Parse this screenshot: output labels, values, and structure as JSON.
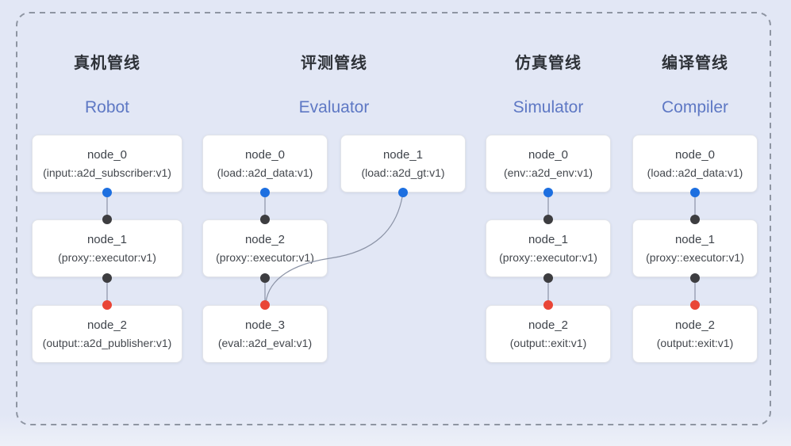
{
  "diagram": {
    "kind": "pipeline-flow-diagram",
    "boundary_style": "dashed-rounded-rectangle"
  },
  "colors": {
    "background": "#e2e7f5",
    "border_dash": "#8e95a2",
    "node_bg": "#ffffff",
    "node_border": "#e2e4e9",
    "node_text": "#43474d",
    "title_zh": "#2e3238",
    "title_en": "#5e78c4",
    "edge": "#8b93a6",
    "dot_blue": "#1d6fe0",
    "dot_dark": "#3d3d40",
    "dot_red": "#e94536"
  },
  "pipelines": [
    {
      "title_zh": "真机管线",
      "title_en": "Robot",
      "nodes": [
        {
          "label": "node_0",
          "type": "(input::a2d_subscriber:v1)"
        },
        {
          "label": "node_1",
          "type": "(proxy::executor:v1)"
        },
        {
          "label": "node_2",
          "type": "(output::a2d_publisher:v1)"
        }
      ]
    },
    {
      "title_zh": "评测管线",
      "title_en": "Evaluator",
      "nodes": [
        {
          "label": "node_0",
          "type": "(load::a2d_data:v1)"
        },
        {
          "label": "node_1",
          "type": "(load::a2d_gt:v1)"
        },
        {
          "label": "node_2",
          "type": "(proxy::executor:v1)"
        },
        {
          "label": "node_3",
          "type": "(eval::a2d_eval:v1)"
        }
      ]
    },
    {
      "title_zh": "仿真管线",
      "title_en": "Simulator",
      "nodes": [
        {
          "label": "node_0",
          "type": "(env::a2d_env:v1)"
        },
        {
          "label": "node_1",
          "type": "(proxy::executor:v1)"
        },
        {
          "label": "node_2",
          "type": "(output::exit:v1)"
        }
      ]
    },
    {
      "title_zh": "编译管线",
      "title_en": "Compiler",
      "nodes": [
        {
          "label": "node_0",
          "type": "(load::a2d_data:v1)"
        },
        {
          "label": "node_1",
          "type": "(proxy::executor:v1)"
        },
        {
          "label": "node_2",
          "type": "(output::exit:v1)"
        }
      ]
    }
  ]
}
